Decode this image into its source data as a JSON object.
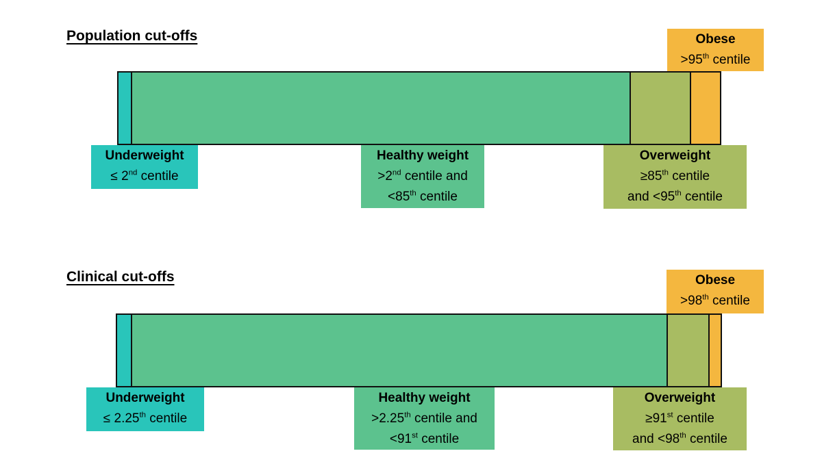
{
  "colors": {
    "underweight": "#29c5ba",
    "healthy": "#5cc28e",
    "overweight": "#a8bc62",
    "obese": "#f4b73f",
    "border": "#101010",
    "text": "#000000",
    "background": "#ffffff"
  },
  "charts": [
    {
      "title": "Population cut-offs",
      "labels": {
        "underweight": {
          "title": "Underweight",
          "lines": [
            "≤ 2^nd^ centile"
          ]
        },
        "healthy": {
          "title": "Healthy weight",
          "lines": [
            ">2^nd^ centile and",
            "<85^th^ centile"
          ]
        },
        "overweight": {
          "title": "Overweight",
          "lines": [
            "≥85^th^ centile",
            "and <95^th^ centile"
          ]
        },
        "obese": {
          "title": "Obese",
          "lines": [
            ">95^th^ centile"
          ]
        }
      }
    },
    {
      "title": "Clinical cut-offs",
      "labels": {
        "underweight": {
          "title": "Underweight",
          "lines": [
            "≤ 2.25^th^ centile"
          ]
        },
        "healthy": {
          "title": "Healthy weight",
          "lines": [
            ">2.25^th^ centile and",
            "<91^st^ centile"
          ]
        },
        "overweight": {
          "title": "Overweight",
          "lines": [
            "≥91^st^ centile",
            "and <98^th^ centile"
          ]
        },
        "obese": {
          "title": "Obese",
          "lines": [
            ">98^th^ centile"
          ]
        }
      }
    }
  ],
  "chart_data": [
    {
      "type": "bar",
      "title": "Population cut-offs",
      "orientation": "horizontal",
      "axis_range": [
        0,
        100
      ],
      "series": [
        {
          "key": "underweight",
          "name": "Underweight",
          "range": [
            0,
            2
          ],
          "label": "≤ 2nd centile"
        },
        {
          "key": "healthy",
          "name": "Healthy weight",
          "range": [
            2,
            85
          ],
          "label": ">2nd centile and <85th centile"
        },
        {
          "key": "overweight",
          "name": "Overweight",
          "range": [
            85,
            95
          ],
          "label": "≥85th centile and <95th centile"
        },
        {
          "key": "obese",
          "name": "Obese",
          "range": [
            95,
            100
          ],
          "label": ">95th centile"
        }
      ]
    },
    {
      "type": "bar",
      "title": "Clinical cut-offs",
      "orientation": "horizontal",
      "axis_range": [
        0,
        100
      ],
      "series": [
        {
          "key": "underweight",
          "name": "Underweight",
          "range": [
            0,
            2.25
          ],
          "label": "≤ 2.25th centile"
        },
        {
          "key": "healthy",
          "name": "Healthy weight",
          "range": [
            2.25,
            91
          ],
          "label": ">2.25th centile and <91st centile"
        },
        {
          "key": "overweight",
          "name": "Overweight",
          "range": [
            91,
            98
          ],
          "label": "≥91st centile and <98th centile"
        },
        {
          "key": "obese",
          "name": "Obese",
          "range": [
            98,
            100
          ],
          "label": ">98th centile"
        }
      ]
    }
  ]
}
